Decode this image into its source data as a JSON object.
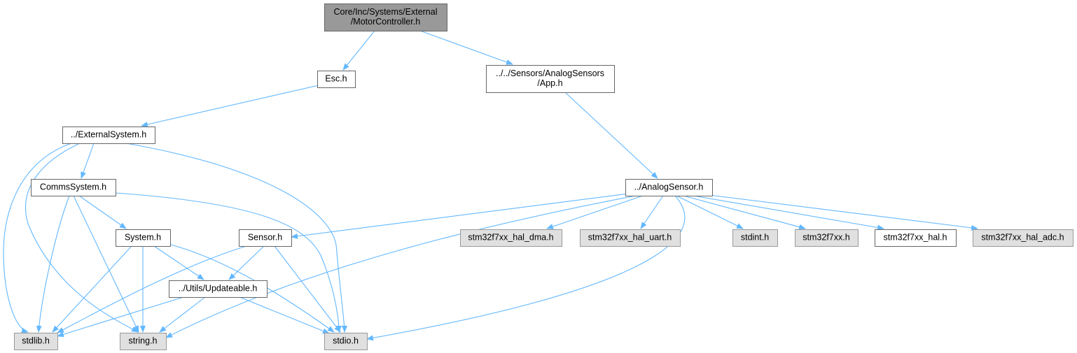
{
  "graph": {
    "colors": {
      "edge": "#63b8ff",
      "focus_fill": "#999999",
      "focus_border": "#666666",
      "file_fill": "#ffffff",
      "file_border": "#666666",
      "system_fill": "#e0e0e0",
      "system_border": "#999999"
    },
    "nodes": [
      {
        "id": "motor",
        "lines": [
          "Core/Inc/Systems/External",
          "/MotorController.h"
        ],
        "kind": "focus"
      },
      {
        "id": "esc",
        "lines": [
          "Esc.h"
        ],
        "kind": "file"
      },
      {
        "id": "app",
        "lines": [
          "../../Sensors/AnalogSensors",
          "/App.h"
        ],
        "kind": "file"
      },
      {
        "id": "extsys",
        "lines": [
          "../ExternalSystem.h"
        ],
        "kind": "file"
      },
      {
        "id": "comms",
        "lines": [
          "CommsSystem.h"
        ],
        "kind": "file"
      },
      {
        "id": "system",
        "lines": [
          "System.h"
        ],
        "kind": "file"
      },
      {
        "id": "analog",
        "lines": [
          "../AnalogSensor.h"
        ],
        "kind": "file"
      },
      {
        "id": "sensor",
        "lines": [
          "Sensor.h"
        ],
        "kind": "file"
      },
      {
        "id": "updateable",
        "lines": [
          "../Utils/Updateable.h"
        ],
        "kind": "file"
      },
      {
        "id": "hal_dma",
        "lines": [
          "stm32f7xx_hal_dma.h"
        ],
        "kind": "system"
      },
      {
        "id": "hal_uart",
        "lines": [
          "stm32f7xx_hal_uart.h"
        ],
        "kind": "system"
      },
      {
        "id": "stdint",
        "lines": [
          "stdint.h"
        ],
        "kind": "system"
      },
      {
        "id": "stm32f7xx",
        "lines": [
          "stm32f7xx.h"
        ],
        "kind": "system"
      },
      {
        "id": "hal",
        "lines": [
          "stm32f7xx_hal.h"
        ],
        "kind": "file"
      },
      {
        "id": "hal_adc",
        "lines": [
          "stm32f7xx_hal_adc.h"
        ],
        "kind": "system"
      },
      {
        "id": "stdlib",
        "lines": [
          "stdlib.h"
        ],
        "kind": "system"
      },
      {
        "id": "string",
        "lines": [
          "string.h"
        ],
        "kind": "system"
      },
      {
        "id": "stdio",
        "lines": [
          "stdio.h"
        ],
        "kind": "system"
      }
    ],
    "edges": [
      [
        "motor",
        "esc"
      ],
      [
        "motor",
        "app"
      ],
      [
        "esc",
        "extsys"
      ],
      [
        "app",
        "analog"
      ],
      [
        "extsys",
        "comms"
      ],
      [
        "extsys",
        "system"
      ],
      [
        "extsys",
        "stdlib"
      ],
      [
        "extsys",
        "string"
      ],
      [
        "extsys",
        "stdio"
      ],
      [
        "comms",
        "system"
      ],
      [
        "comms",
        "stdlib"
      ],
      [
        "comms",
        "string"
      ],
      [
        "comms",
        "stdio"
      ],
      [
        "system",
        "updateable"
      ],
      [
        "system",
        "stdlib"
      ],
      [
        "system",
        "string"
      ],
      [
        "system",
        "stdio"
      ],
      [
        "sensor",
        "updateable"
      ],
      [
        "sensor",
        "stdlib"
      ],
      [
        "sensor",
        "stdio"
      ],
      [
        "updateable",
        "stdlib"
      ],
      [
        "updateable",
        "string"
      ],
      [
        "updateable",
        "stdio"
      ],
      [
        "analog",
        "sensor"
      ],
      [
        "analog",
        "hal_dma"
      ],
      [
        "analog",
        "hal_uart"
      ],
      [
        "analog",
        "stdint"
      ],
      [
        "analog",
        "stm32f7xx"
      ],
      [
        "analog",
        "hal"
      ],
      [
        "analog",
        "hal_adc"
      ],
      [
        "analog",
        "string"
      ],
      [
        "analog",
        "stdio"
      ]
    ]
  }
}
